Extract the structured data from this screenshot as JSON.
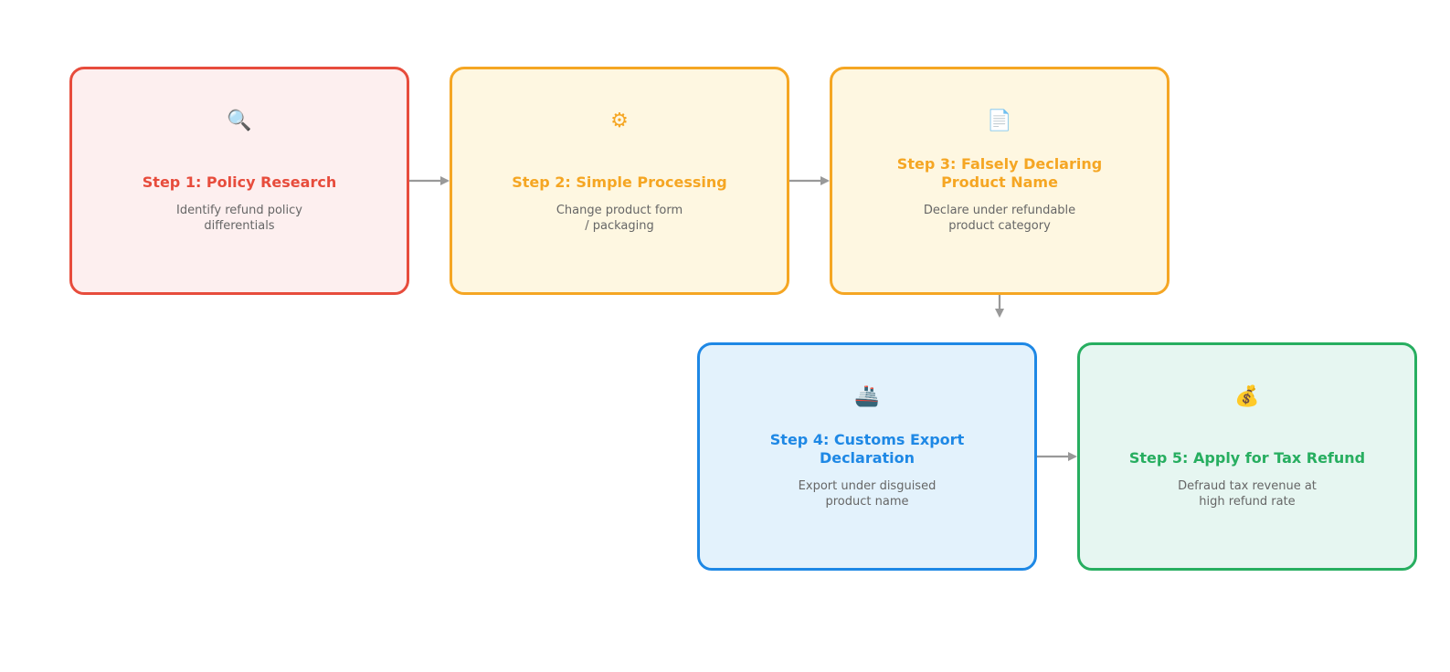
{
  "steps": [
    {
      "icon": "🔍",
      "icon_name": "magnifying-glass-icon",
      "title": "Step 1: Policy Research",
      "description": "Identify refund policy\ndifferentials",
      "border_color": "#E74C3C",
      "fill_color": "#FDEFEF",
      "text_color": "#E74C3C"
    },
    {
      "icon": "⚙",
      "icon_name": "gear-icon",
      "title": "Step 2: Simple Processing",
      "description": "Change product form\n/ packaging",
      "border_color": "#F5A623",
      "fill_color": "#FEF7E1",
      "text_color": "#F5A623"
    },
    {
      "icon": "📄",
      "icon_name": "document-icon",
      "title": "Step 3: Falsely Declaring\nProduct Name",
      "description": "Declare under refundable\nproduct category",
      "border_color": "#F5A623",
      "fill_color": "#FEF7E1",
      "text_color": "#F5A623"
    },
    {
      "icon": "🚢",
      "icon_name": "ship-icon",
      "title": "Step 4: Customs Export\nDeclaration",
      "description": "Export under disguised\nproduct name",
      "border_color": "#1E88E5",
      "fill_color": "#E3F2FC",
      "text_color": "#1E88E5"
    },
    {
      "icon": "💰",
      "icon_name": "money-bag-icon",
      "title": "Step 5: Apply for Tax Refund",
      "description": "Defraud tax revenue at\nhigh refund rate",
      "border_color": "#27AE60",
      "fill_color": "#E6F6F1",
      "text_color": "#27AE60"
    }
  ],
  "connector_color": "#999999"
}
